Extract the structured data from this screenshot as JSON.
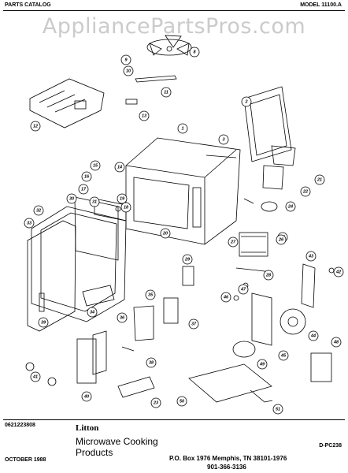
{
  "header": {
    "left": "PARTS CATALOG",
    "right": "MODEL 11100.A"
  },
  "watermark": "AppliancePartsPros.com",
  "footer": {
    "code": "0621223808",
    "date": "OCTOBER 1988",
    "brand": "Litton",
    "line1": "Microwave Cooking",
    "line2": "Products",
    "address": "P.O. Box 1976 Memphis, TN 38101-1976",
    "phone": "901-366-3136",
    "doc_id": "D-PC238"
  },
  "callouts": [
    "1",
    "2",
    "3",
    "8",
    "9",
    "10",
    "11",
    "12",
    "13",
    "14",
    "15",
    "16",
    "17",
    "18",
    "19",
    "20",
    "21",
    "22",
    "23",
    "24",
    "25",
    "26",
    "27",
    "28",
    "29",
    "30",
    "31",
    "32",
    "33",
    "34",
    "35",
    "36",
    "37",
    "38",
    "39",
    "40",
    "41",
    "42",
    "43",
    "44",
    "45",
    "46",
    "47",
    "48",
    "49",
    "50",
    "51"
  ]
}
